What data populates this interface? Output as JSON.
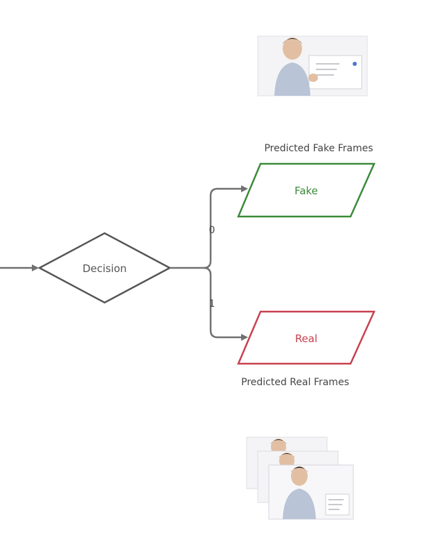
{
  "decision": {
    "label": "Decision"
  },
  "branches": [
    {
      "value": "0",
      "label": "Fake",
      "caption": "Predicted Fake Frames",
      "color": "#3a8a3a"
    },
    {
      "value": "1",
      "label": "Real",
      "caption": "Predicted Real Frames",
      "color": "#c8404f"
    }
  ],
  "colors": {
    "connector": "#707070",
    "diamond": "#555555",
    "text": "#555555",
    "caption": "#444444"
  },
  "images": {
    "top": {
      "depicts": "video-frame-man-holding-document",
      "count": 1
    },
    "bottom": {
      "depicts": "stacked-video-frames-man",
      "count": 3
    }
  }
}
